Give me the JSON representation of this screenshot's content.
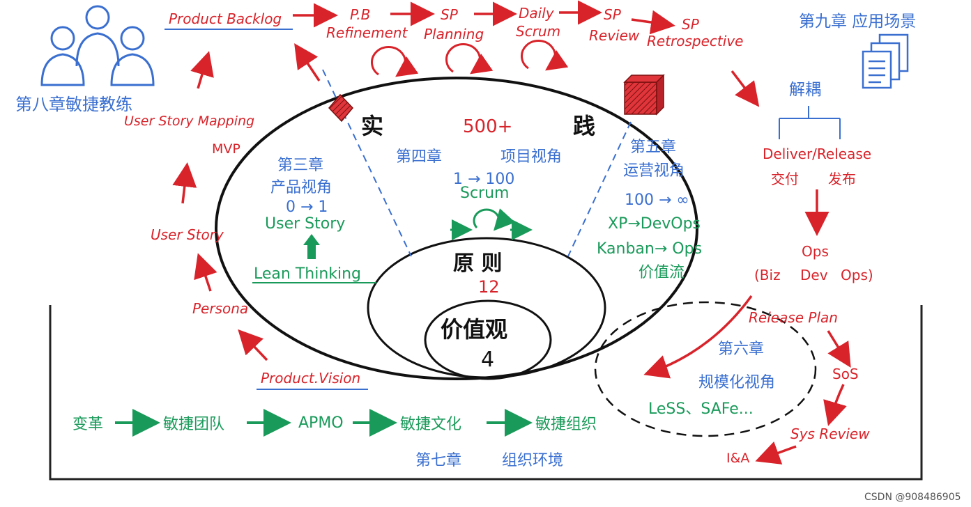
{
  "colors": {
    "red": "#d8232a",
    "blue": "#3a6fd0",
    "green": "#1a9a5a",
    "black": "#111111"
  },
  "top_flow": {
    "product_backlog": "Product Backlog",
    "pb_refinement_line1": "P.B",
    "pb_refinement_line2": "Refinement",
    "sp_planning_line1": "SP",
    "sp_planning_line2": "Planning",
    "daily_scrum_line1": "Daily",
    "daily_scrum_line2": "Scrum",
    "sp_review_line1": "SP",
    "sp_review_line2": "Review",
    "sp_retro_line1": "SP",
    "sp_retro_line2": "Retrospective"
  },
  "left_flow": {
    "chapter8": "第八章敏捷教练",
    "user_story_mapping": "User Story Mapping",
    "mvp": "MVP",
    "user_story": "User Story",
    "persona": "Persona",
    "product_vision": "Product.Vision"
  },
  "right_flow": {
    "chapter9": "第九章 应用场景",
    "decouple": "解耦",
    "deliver_release": "Deliver/Release",
    "deliver_cn": "交付",
    "release_cn": "发布",
    "ops": "Ops",
    "biz": "(Biz",
    "dev": "Dev",
    "ops2": "Ops)",
    "release_plan": "Release Plan",
    "sos": "SoS",
    "sys_review": "Sys Review",
    "ia": "I&A"
  },
  "oval": {
    "shi": "实",
    "jian": "践",
    "count": "500+",
    "ch4_title": "第四章",
    "ch4_view": "项目视角",
    "ch4_range": "1 → 100",
    "scrum": "Scrum",
    "ch3_title": "第三章",
    "ch3_view": "产品视角",
    "ch3_range": "0 → 1",
    "user_story_green": "User Story",
    "lean_thinking": "Lean Thinking",
    "ch5_title": "第五章",
    "ch5_view": "运营视角",
    "ch5_range": "100 → ∞",
    "xp_devops": "XP→DevOps",
    "kanban_ops": "Kanban→ Ops",
    "value_stream": "价值流",
    "principles": "原 则",
    "principles_count": "12",
    "values": "价值观",
    "values_count": "4"
  },
  "chapter6": {
    "title": "第六章",
    "view": "规模化视角",
    "frameworks": "LeSS、SAFe..."
  },
  "bottom_flow": {
    "items": [
      "变革",
      "敏捷团队",
      "APMO",
      "敏捷文化",
      "敏捷组织"
    ],
    "chapter7": "第七章",
    "org_env": "组织环境"
  },
  "watermark": "CSDN @908486905"
}
